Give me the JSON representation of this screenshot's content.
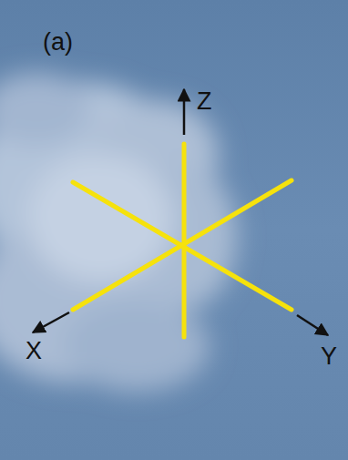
{
  "diagram": {
    "labels": [
      "(a)",
      "Z",
      "X",
      "Y"
    ]
  }
}
